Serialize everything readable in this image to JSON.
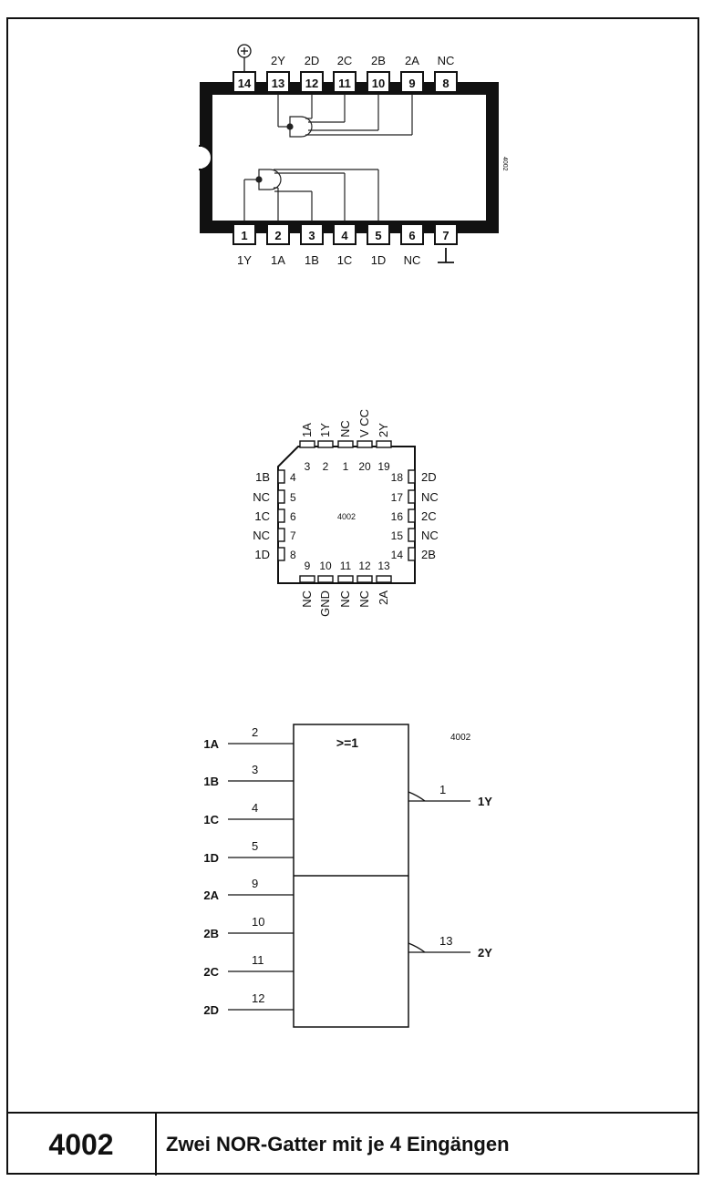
{
  "chip_id": "4002",
  "dip": {
    "top_pins": [
      {
        "num": "14",
        "label": ""
      },
      {
        "num": "13",
        "label": "2Y"
      },
      {
        "num": "12",
        "label": "2D"
      },
      {
        "num": "11",
        "label": "2C"
      },
      {
        "num": "10",
        "label": "2B"
      },
      {
        "num": "9",
        "label": "2A"
      },
      {
        "num": "8",
        "label": "NC"
      }
    ],
    "bottom_pins": [
      {
        "num": "1",
        "label": "1Y"
      },
      {
        "num": "2",
        "label": "1A"
      },
      {
        "num": "3",
        "label": "1B"
      },
      {
        "num": "4",
        "label": "1C"
      },
      {
        "num": "5",
        "label": "1D"
      },
      {
        "num": "6",
        "label": "NC"
      },
      {
        "num": "7",
        "label": ""
      }
    ],
    "side_label": "4002"
  },
  "plcc": {
    "center_label": "4002",
    "top_pins": [
      {
        "num": "3",
        "label": "1A"
      },
      {
        "num": "2",
        "label": "1Y"
      },
      {
        "num": "1",
        "label": "NC"
      },
      {
        "num": "20",
        "label": "V CC"
      },
      {
        "num": "19",
        "label": "2Y"
      }
    ],
    "left_pins": [
      {
        "num": "4",
        "label": "1B"
      },
      {
        "num": "5",
        "label": "NC"
      },
      {
        "num": "6",
        "label": "1C"
      },
      {
        "num": "7",
        "label": "NC"
      },
      {
        "num": "8",
        "label": "1D"
      }
    ],
    "right_pins": [
      {
        "num": "18",
        "label": "2D"
      },
      {
        "num": "17",
        "label": "NC"
      },
      {
        "num": "16",
        "label": "2C"
      },
      {
        "num": "15",
        "label": "NC"
      },
      {
        "num": "14",
        "label": "2B"
      }
    ],
    "bottom_pins": [
      {
        "num": "9",
        "label": "NC"
      },
      {
        "num": "10",
        "label": "GND"
      },
      {
        "num": "11",
        "label": "NC"
      },
      {
        "num": "12",
        "label": "NC"
      },
      {
        "num": "13",
        "label": "2A"
      }
    ]
  },
  "logic": {
    "chip_label": "4002",
    "symbol": ">=1",
    "inputs": [
      {
        "label": "1A",
        "pin": "2"
      },
      {
        "label": "1B",
        "pin": "3"
      },
      {
        "label": "1C",
        "pin": "4"
      },
      {
        "label": "1D",
        "pin": "5"
      },
      {
        "label": "2A",
        "pin": "9"
      },
      {
        "label": "2B",
        "pin": "10"
      },
      {
        "label": "2C",
        "pin": "11"
      },
      {
        "label": "2D",
        "pin": "12"
      }
    ],
    "outputs": [
      {
        "label": "1Y",
        "pin": "1"
      },
      {
        "label": "2Y",
        "pin": "13"
      }
    ]
  },
  "footer": {
    "code": "4002",
    "title": "Zwei NOR-Gatter mit je 4 Eingängen"
  }
}
